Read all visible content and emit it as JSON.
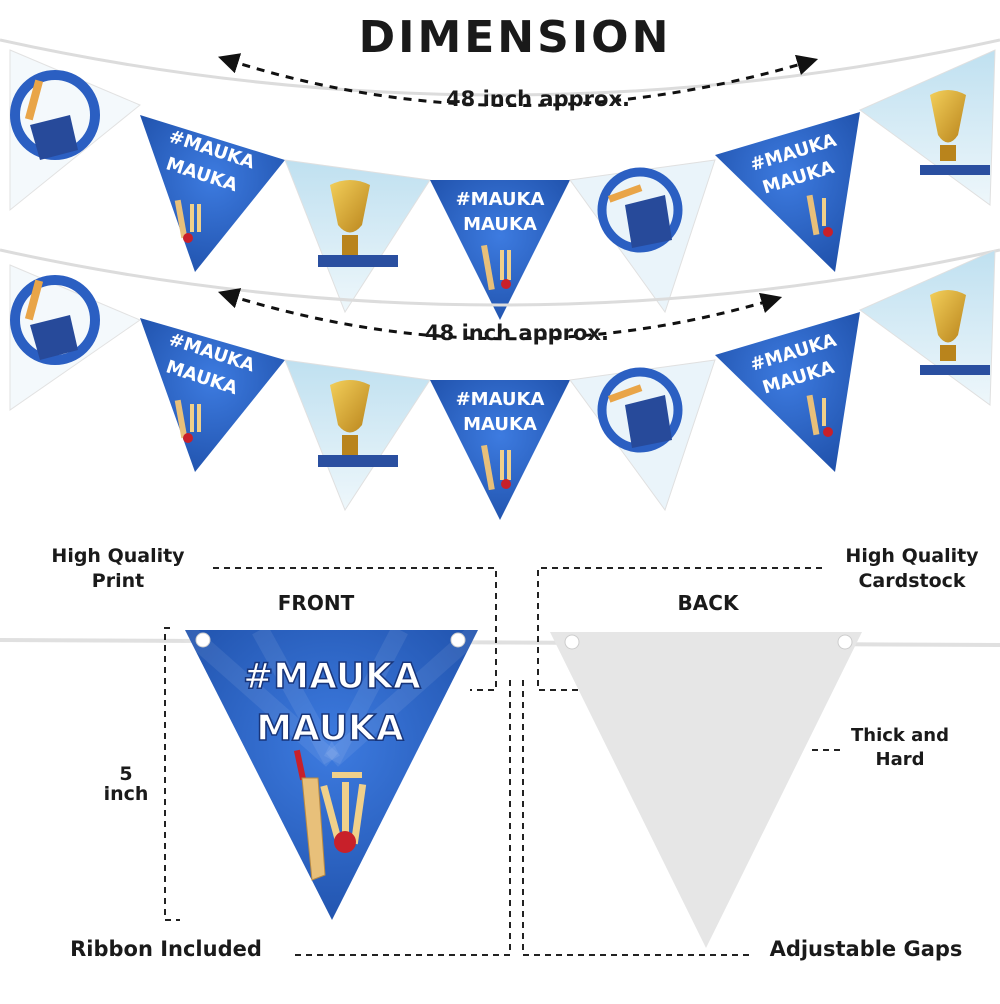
{
  "title": "DIMENSION",
  "width_label_top": "48 inch approx.",
  "width_label_bottom": "48 inch approx.",
  "flag_text": {
    "line1": "#MAUKA",
    "line2": "MAUKA"
  },
  "front_label": "FRONT",
  "back_label": "BACK",
  "callouts": {
    "print_line1": "High Quality",
    "print_line2": "Print",
    "cardstock_line1": "High Quality",
    "cardstock_line2": "Cardstock",
    "thick_line1": "Thick and",
    "thick_line2": "Hard",
    "height_line1": "5",
    "height_line2": "inch",
    "ribbon": "Ribbon Included",
    "gaps": "Adjustable Gaps"
  },
  "colors": {
    "blue_dark": "#1e4fa8",
    "blue_light": "#3d7be0",
    "sky": "#cfe6f2",
    "gold": "#d9a42a",
    "back_gray": "#e6e6e6",
    "text": "#1a1a1a"
  }
}
